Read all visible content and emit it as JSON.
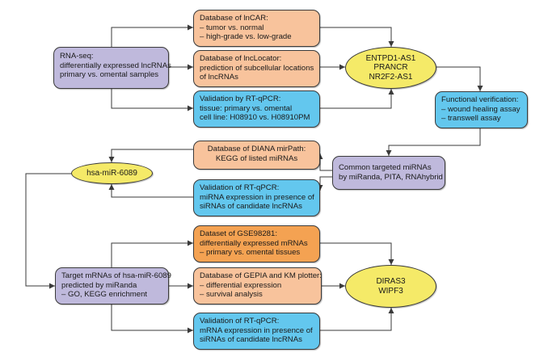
{
  "colors": {
    "purple": "#bfb9dc",
    "peach": "#f8c39c",
    "cyan": "#63c7ee",
    "orange": "#f4a252",
    "yellow": "#f5ea68",
    "line": "#3a3a3a"
  },
  "nodes": {
    "rnaseq": [
      "RNA-seq:",
      "differentially expressed lncRNAs",
      "primary vs. omental samples"
    ],
    "lncar": [
      "Database of lnCAR:",
      "– tumor vs. normal",
      "– high-grade vs. low-grade"
    ],
    "lnclocator": [
      "Database of lncLocator:",
      "prediction of subcellular locations",
      "of lncRNAs"
    ],
    "qpcr1": [
      "Validation by RT-qPCR:",
      "tissue: primary vs. omental",
      "cell line: H08910 vs. H08910PM"
    ],
    "candidates": [
      "ENTPD1-AS1",
      "PRANCR",
      "NR2F2-AS1"
    ],
    "functional": [
      "Functional verification:",
      "– wound healing assay",
      "– transwell assay"
    ],
    "diana": [
      "Database of DIANA mirPath:",
      "KEGG of listed miRNAs"
    ],
    "common": [
      "Common targeted miRNAs",
      "by miRanda, PITA, RNAhybrid"
    ],
    "mir6089": [
      "hsa-miR-6089"
    ],
    "qpcr2": [
      "Validation of RT-qPCR:",
      "miRNA expression in presence of",
      "siRNAs of candidate lncRNAs"
    ],
    "gse": [
      "Dataset of GSE98281:",
      "differentially expressed mRNAs",
      "– primary vs. omental tissues"
    ],
    "targets": [
      "Target mRNAs of hsa-miR-6089",
      "predicted by miRanda",
      "– GO, KEGG enrichment"
    ],
    "gepia": [
      "Database of GEPIA and KM plotter:",
      "– differential expression",
      "– survival analysis"
    ],
    "final": [
      "DIRAS3",
      "WIPF3"
    ],
    "qpcr3": [
      "Validation of RT-qPCR:",
      "mRNA expression in presence of",
      "siRNAs of candidate lncRNAs"
    ]
  }
}
